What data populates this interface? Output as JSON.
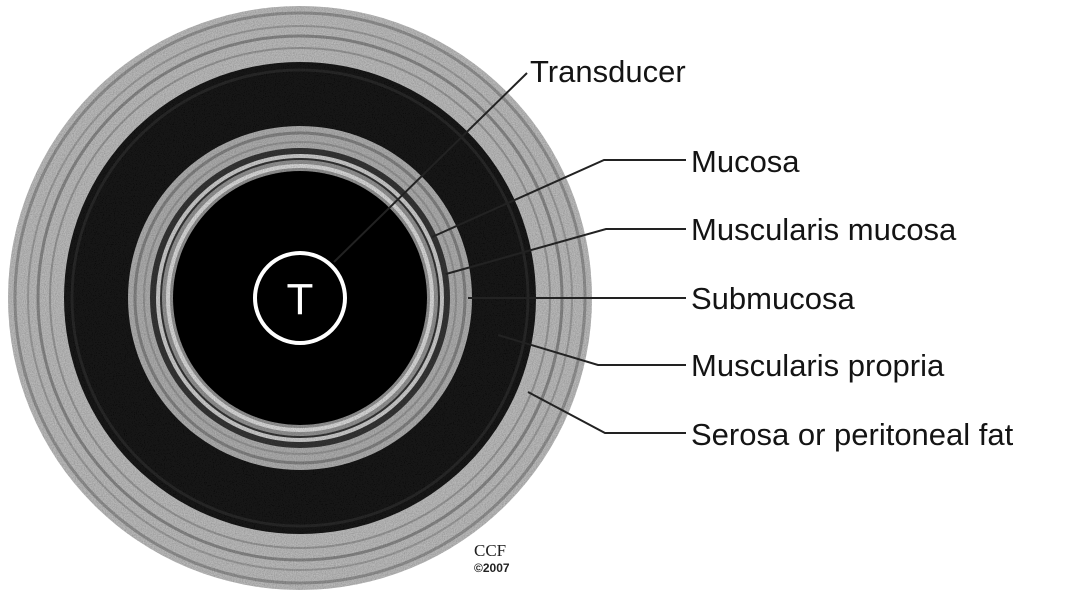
{
  "diagram": {
    "transducer_symbol": "T",
    "labels": {
      "transducer": "Transducer",
      "mucosa": "Mucosa",
      "muscularis_mucosa": "Muscularis mucosa",
      "submucosa": "Submucosa",
      "muscularis_propria": "Muscularis propria",
      "serosa": "Serosa or peritoneal fat"
    },
    "credit": {
      "org": "CCF",
      "year": "©2007"
    }
  }
}
